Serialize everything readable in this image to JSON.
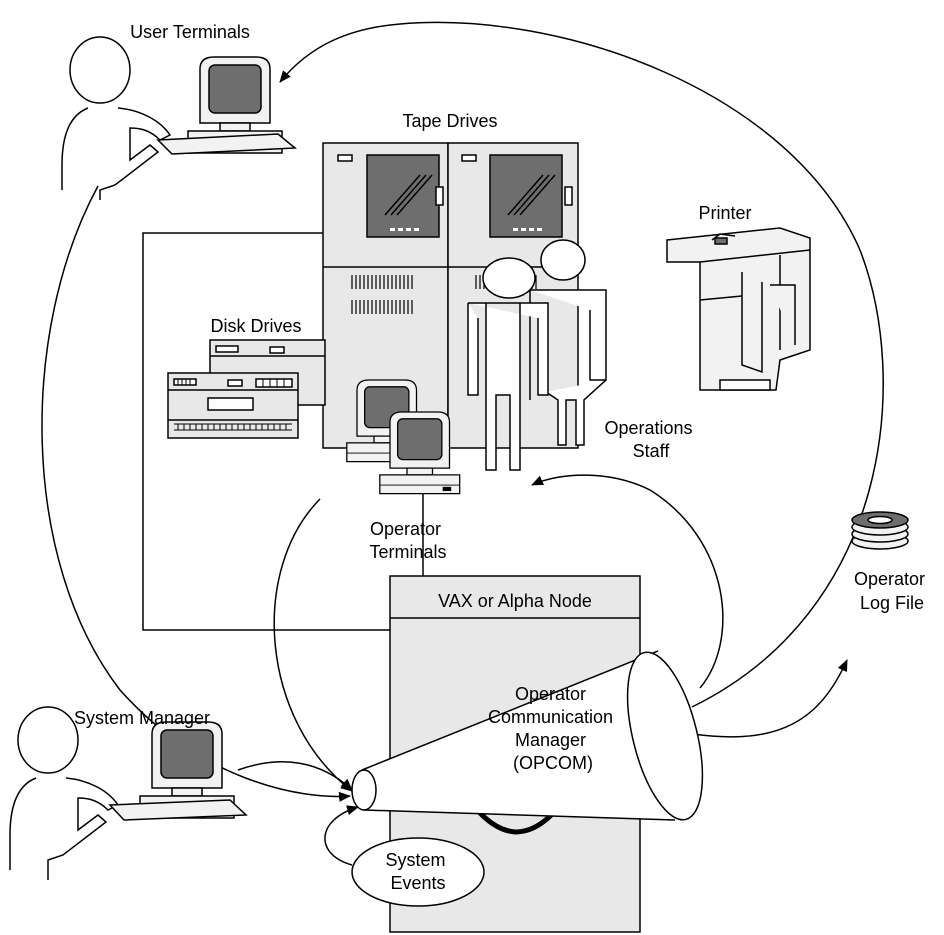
{
  "labels": {
    "user_terminals": "User Terminals",
    "tape_drives": "Tape Drives",
    "printer": "Printer",
    "disk_drives": "Disk Drives",
    "operations_staff": [
      "Operations",
      "Staff"
    ],
    "operator_terminals": [
      "Operator",
      "Terminals"
    ],
    "node": "VAX or Alpha Node",
    "opcom": [
      "Operator",
      "Communication",
      "Manager",
      "(OPCOM)"
    ],
    "operator_log_file": [
      "Operator",
      "Log File"
    ],
    "system_manager": "System Manager",
    "system_events": [
      "System",
      "Events"
    ]
  },
  "colors": {
    "cabinet_fill": "#e8e8e8",
    "screen_fill": "#6e6e6e",
    "line": "#000000"
  }
}
